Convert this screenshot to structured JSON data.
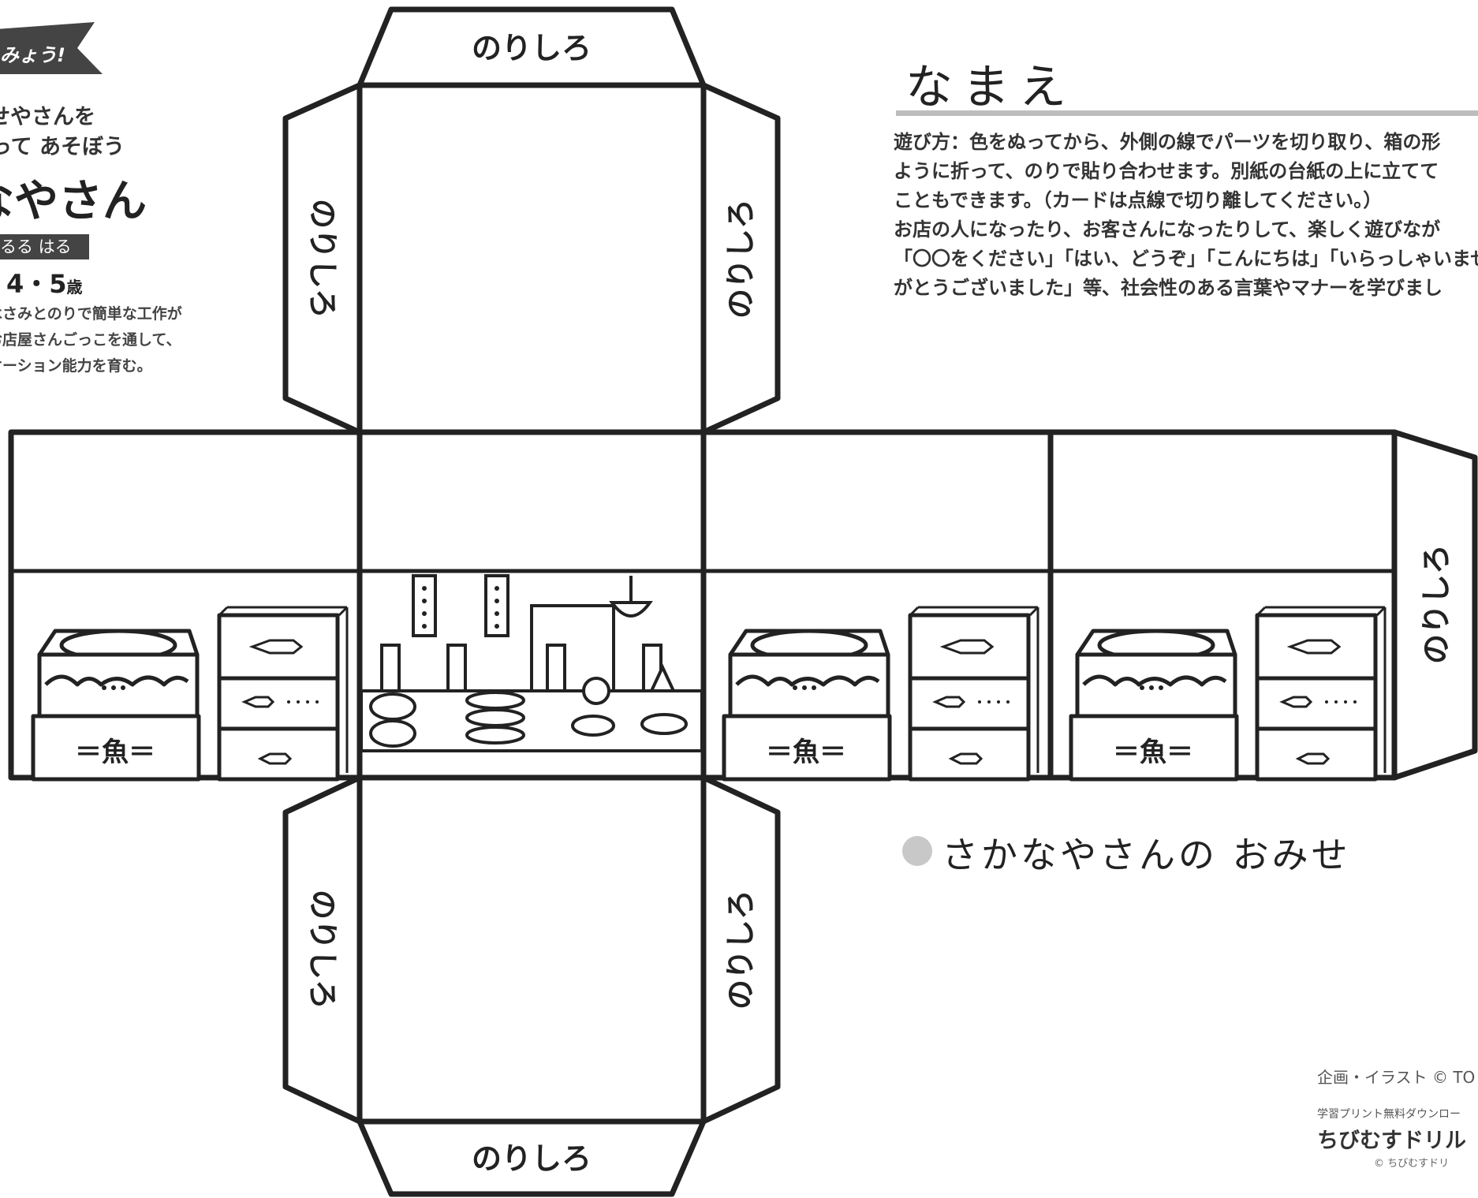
{
  "header": {
    "ribbon_text": "みょう!",
    "subtitle_line1": "せやさんを",
    "subtitle_line2": "って あそぼう",
    "title": "なやさん",
    "age_badge": "るる はる",
    "ages": "・4・5",
    "ages_unit": "歳",
    "description": [
      "はさみとのりで簡単な工作が",
      "お店屋さんごっこを通して、",
      "ケーション能力を育む。"
    ],
    "accent_color": "#444444"
  },
  "name_section": {
    "label": "なまえ",
    "line_color": "#bdbdbd"
  },
  "instructions": [
    "遊び方：色をぬってから、外側の線でパーツを切り取り、箱の形",
    "ように折って、のりで貼り合わせます。別紙の台紙の上に立てて",
    "こともできます。（カードは点線で切り離してください。）",
    "お店の人になったり、お客さんになったりして、楽しく遊びなが",
    "「〇〇をください」「はい、どうぞ」「こんにちは」「いらっしゃいませ",
    "がとうございました」等、社会性のある言葉やマナーを学びまし"
  ],
  "cutout": {
    "glue_label": "のりしろ",
    "fish_kanji": "＝魚＝",
    "line_color": "#222222"
  },
  "shop_title": "さかなやさんの おみせ",
  "credits": {
    "planning": "企画・イラスト © TO",
    "small": "学習プリント無料ダウンロー",
    "brand": "ちびむすドリル",
    "copyright": "© ちびむすドリ"
  }
}
